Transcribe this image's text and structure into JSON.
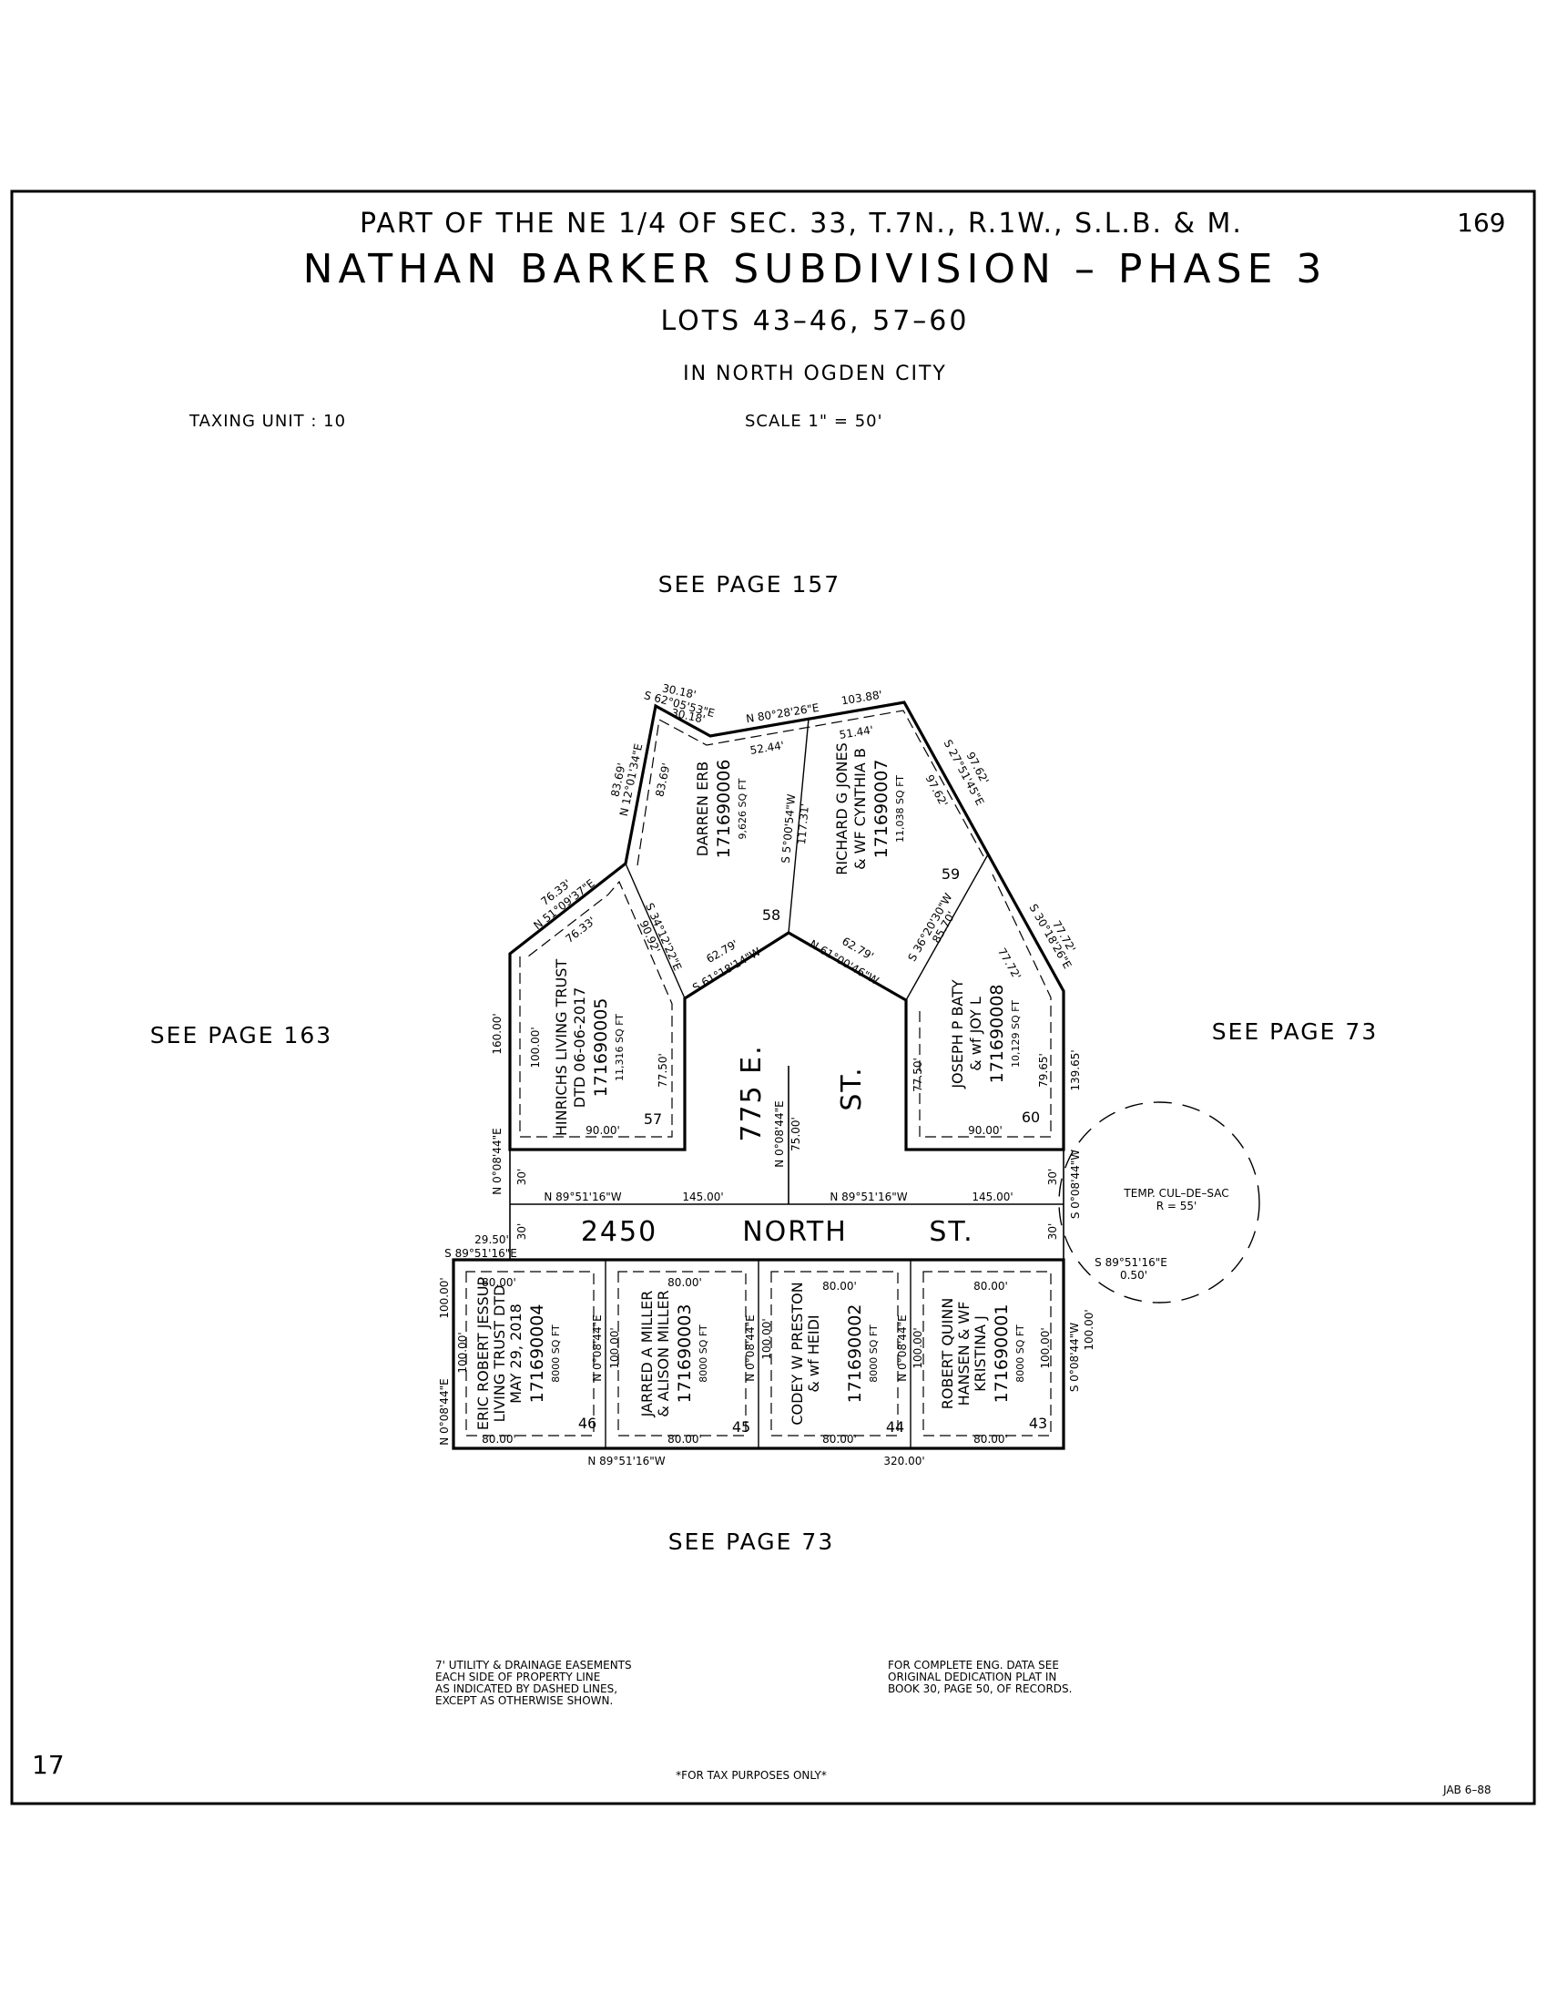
{
  "header": {
    "legal": "PART OF THE NE 1/4 OF SEC. 33, T.7N., R.1W., S.L.B. & M.",
    "title": "NATHAN BARKER SUBDIVISION – PHASE 3",
    "lots": "LOTS 43–46, 57–60",
    "city": "IN NORTH OGDEN CITY",
    "taxing_unit": "TAXING UNIT : 10",
    "scale": "SCALE 1\" = 50'",
    "page_number": "169"
  },
  "adjacent_pages": {
    "north": "SEE PAGE 157",
    "west": "SEE PAGE 163",
    "east": "SEE PAGE 73",
    "south": "SEE PAGE 73"
  },
  "streets": {
    "vertical_name": "775 E.",
    "vertical_suffix": "ST.",
    "horizontal_number": "2450",
    "horizontal_name": "NORTH",
    "horizontal_suffix": "ST.",
    "culdesac_label": "TEMP. CUL–DE–SAC",
    "culdesac_radius": "R = 55'"
  },
  "lots": [
    {
      "lot": "57",
      "owner_1": "HINRICHS LIVING TRUST",
      "owner_2": "DTD 06-06-2017",
      "parcel": "171690005",
      "area": "11,316 SQ FT"
    },
    {
      "lot": "58",
      "owner_1": "DARREN ERB",
      "owner_2": "",
      "parcel": "171690006",
      "area": "9,626 SQ FT"
    },
    {
      "lot": "59",
      "owner_1": "RICHARD G JONES",
      "owner_2": "& WF CYNTHIA B",
      "parcel": "171690007",
      "area": "11,038 SQ FT"
    },
    {
      "lot": "60",
      "owner_1": "JOSEPH P BATY",
      "owner_2": "& wf JOY L",
      "parcel": "171690008",
      "area": "10,129 SQ FT"
    },
    {
      "lot": "46",
      "owner_1": "ERIC ROBERT JESSUP",
      "owner_2": "LIVING TRUST DTD",
      "owner_3": "MAY 29, 2018",
      "parcel": "171690004",
      "area": "8000 SQ FT"
    },
    {
      "lot": "45",
      "owner_1": "JARRED A MILLER",
      "owner_2": "& ALISON MILLER",
      "parcel": "171690003",
      "area": "8000 SQ FT"
    },
    {
      "lot": "44",
      "owner_1": "CODEY W PRESTON",
      "owner_2": "& wf HEIDI",
      "parcel": "171690002",
      "area": "8000 SQ FT"
    },
    {
      "lot": "43",
      "owner_1": "ROBERT QUINN",
      "owner_2": "HANSEN & WF",
      "owner_3": "KRISTINA J",
      "parcel": "171690001",
      "area": "8000 SQ FT"
    }
  ],
  "dimensions": {
    "top_left_dist": "30.18'",
    "top_left_bearing": "S 62°05'53\"E",
    "top_right_bearing": "N 80°28'26\"E",
    "top_right_dist": "103.88'",
    "inner_30_18": "30.18'",
    "inner_52_44": "52.44'",
    "inner_51_44": "51.44'",
    "nw_dist": "83.69'",
    "nw_bearing": "N 12°01'34\"E",
    "nw_inner": "83.69'",
    "w_diag_dist": "76.33'",
    "w_diag_bearing": "N 51°09'37\"E",
    "w_diag_inner": "76.33'",
    "lot58_59_bearing": "S 5°00'54\"W",
    "lot58_59_dist": "117.31'",
    "ne_dist": "97.62'",
    "ne_bearing": "S 27°51'45\"E",
    "ne_inner": "97.62'",
    "e_diag_dist": "77.72'",
    "e_diag_bearing": "S 30°18'26\"E",
    "e_diag_inner": "77.72'",
    "lot57_58_bearing": "S 34°12'22\"E",
    "lot57_58_dist": "90.92'",
    "lot59_60_bearing": "S 36°20'30\"W",
    "lot59_60_dist": "85.70'",
    "cul_left_dist": "62.79'",
    "cul_left_bearing": "S 61°18'14\"W",
    "cul_right_dist": "62.79'",
    "cul_right_bearing": "N 61°00'46\"W",
    "west_dist": "160.00'",
    "west_bearing": "N 0°08'44\"E",
    "lot57_100": "100.00'",
    "lot57_7750": "77.50'",
    "lot57_90": "90.00'",
    "lot60_7750": "77.50'",
    "lot60_90": "90.00'",
    "lot60_7965": "79.65'",
    "east_dist": "139.65'",
    "street_center_bearing": "N 0°08'44\"E",
    "street_center_dist": "75.00'",
    "n_st_bearing_1": "N 89°51'16\"W",
    "n_st_dist_1": "145.00'",
    "n_st_bearing_2": "N 89°51'16\"W",
    "n_st_dist_2": "145.00'",
    "row_30_a": "30'",
    "row_30_b": "30'",
    "row_30_c": "30'",
    "row_30_d": "30'",
    "east_st_bearing": "S 0°08'44\"W",
    "sw_dist": "29.50'",
    "sw_bearing": "S 89°51'16\"E",
    "se_bearing": "S 89°51'16\"E",
    "se_dist": "0.50'",
    "lot_front": "80.00'",
    "lot_depth": "100.00'",
    "lot_side_bearing": "N 0°08'44\"E",
    "south_bearing": "N 89°51'16\"W",
    "south_dist": "320.00'",
    "east_lot_bearing": "S 0°08'44\"W",
    "east_lot_dist": "100.00'"
  },
  "notes": {
    "easement_1": "7' UTILITY & DRAINAGE EASEMENTS",
    "easement_2": "EACH SIDE OF PROPERTY LINE",
    "easement_3": "AS INDICATED BY DASHED LINES,",
    "easement_4": "EXCEPT AS OTHERWISE SHOWN.",
    "eng_1": "FOR COMPLETE ENG. DATA SEE",
    "eng_2": "ORIGINAL DEDICATION PLAT IN",
    "eng_3": "BOOK 30, PAGE 50, OF RECORDS.",
    "tax": "*FOR TAX PURPOSES ONLY*"
  },
  "footer": {
    "left_number": "17",
    "initials": "JAB 6–88"
  }
}
